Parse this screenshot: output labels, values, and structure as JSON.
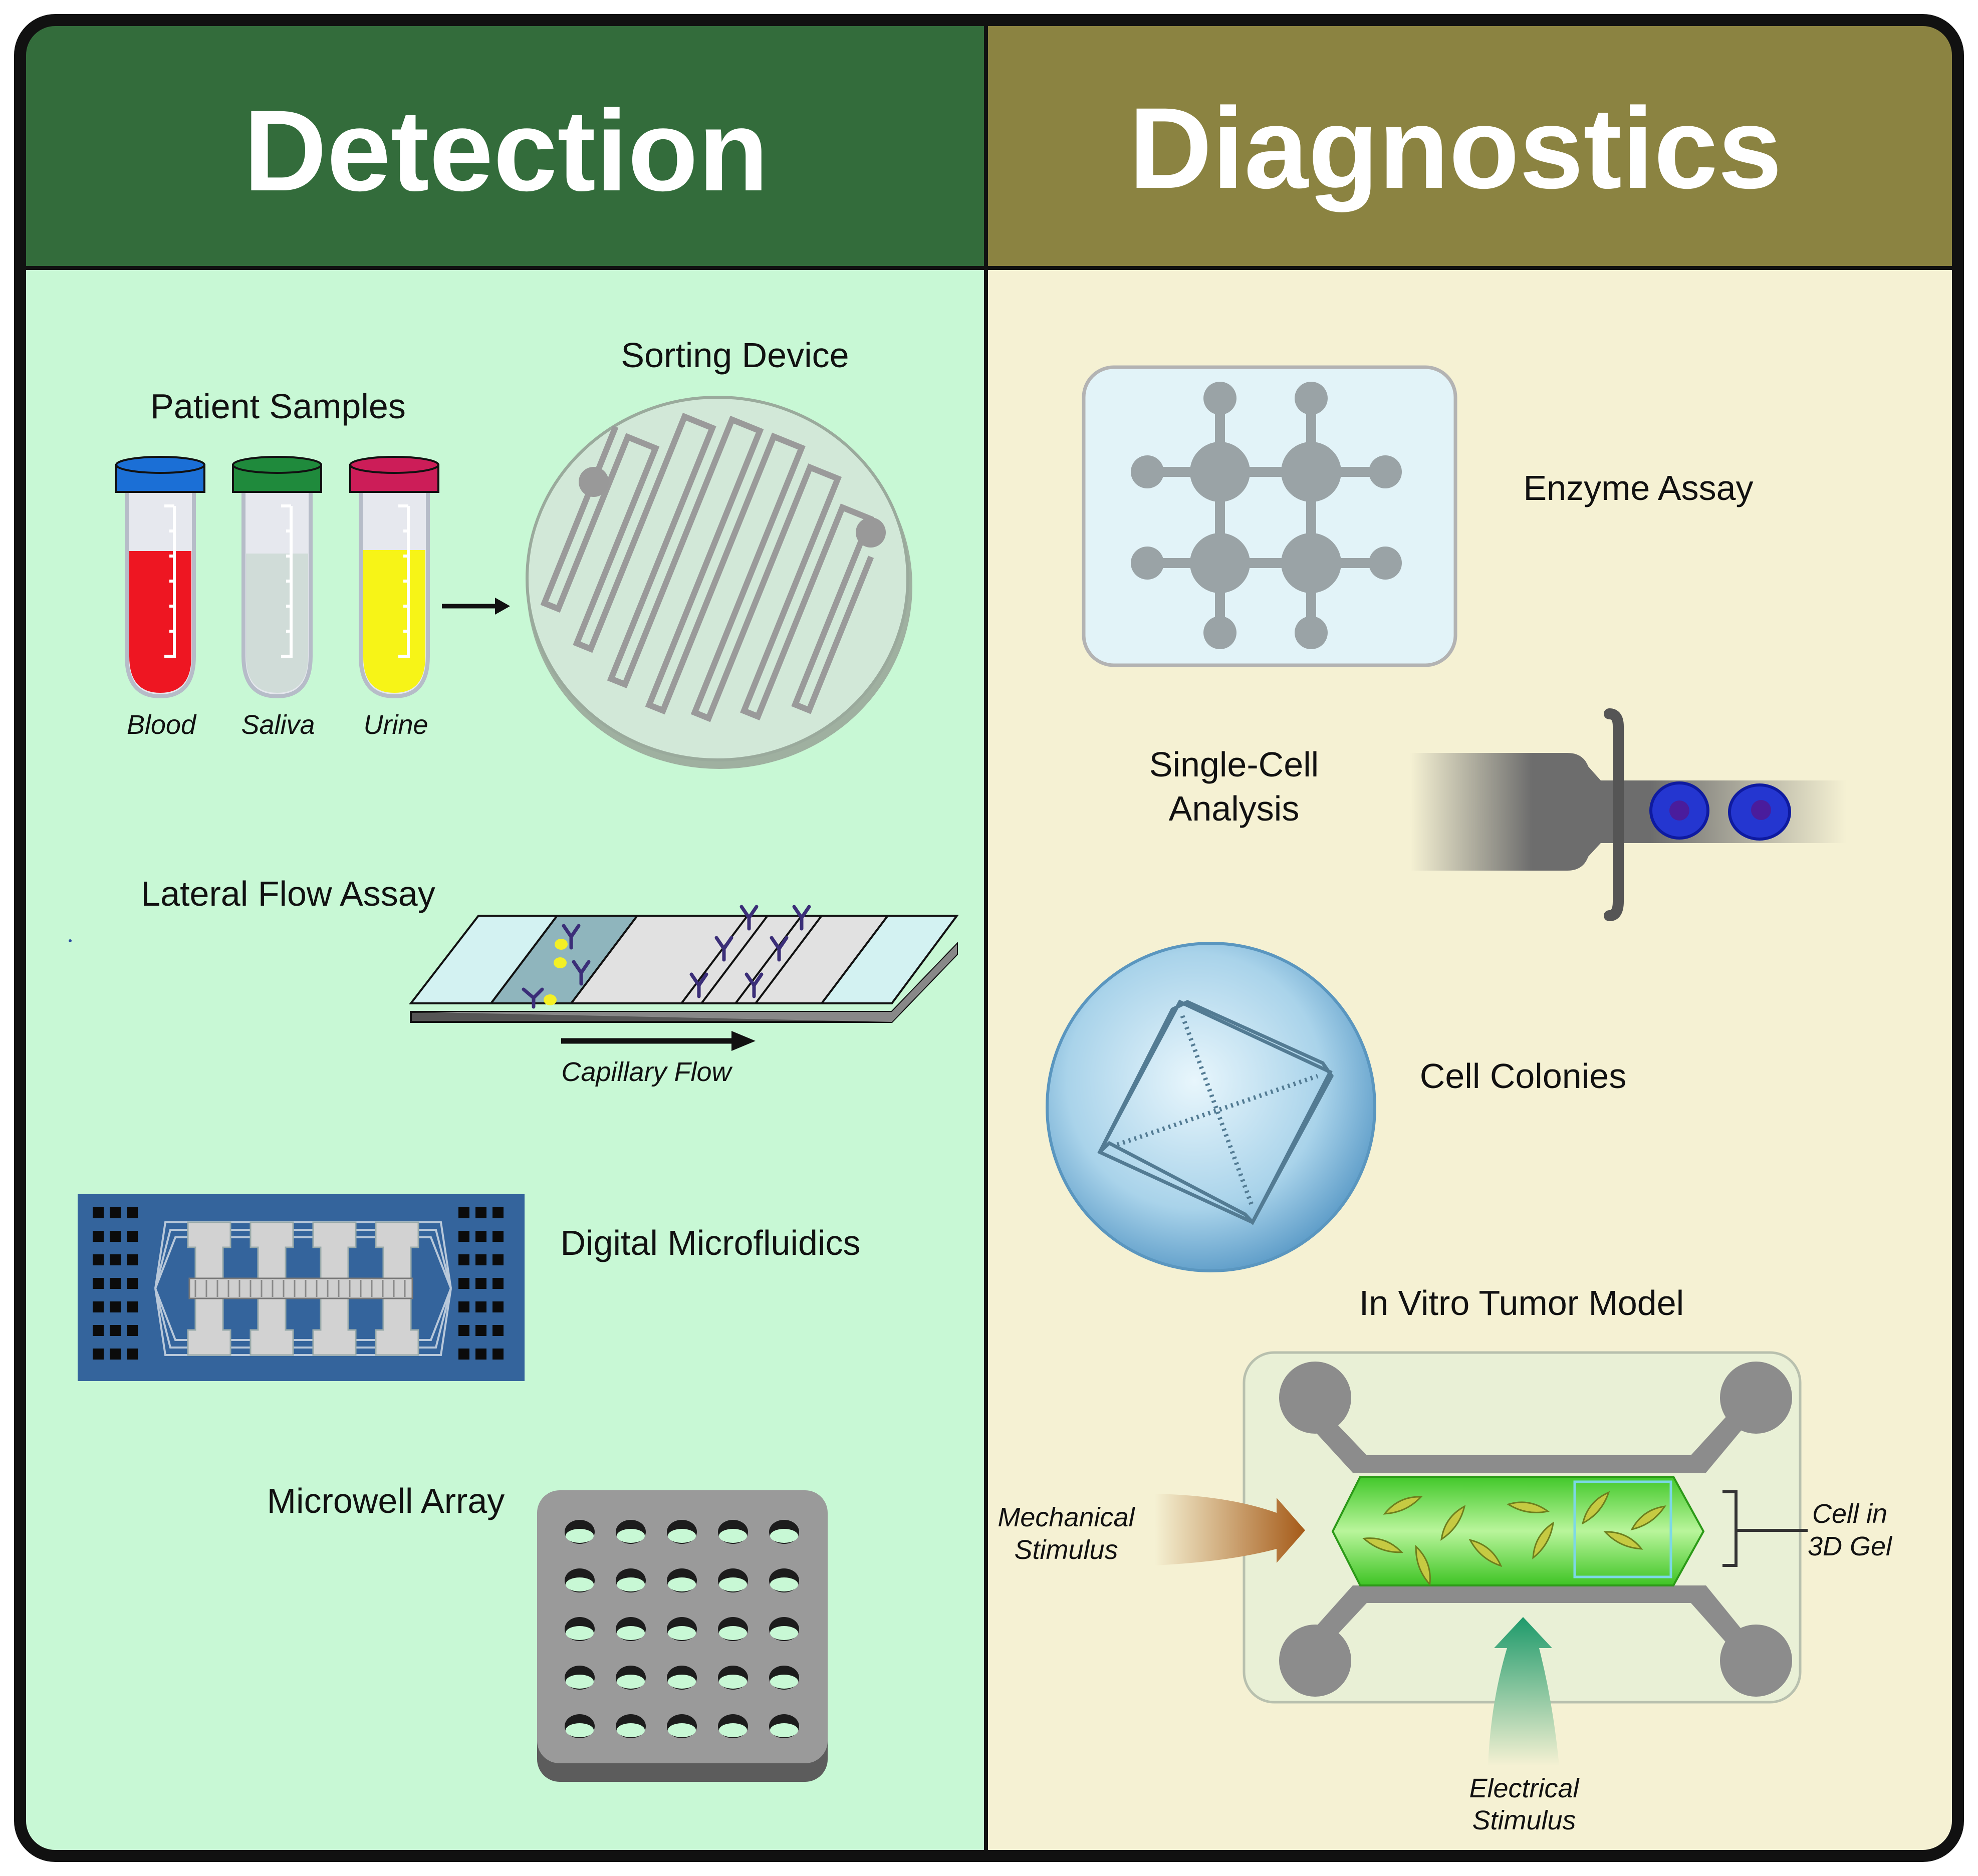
{
  "panels": {
    "detection": {
      "title": "Detection",
      "header_color": "#336c3b",
      "bg_color": "#c8f8d5"
    },
    "diagnostics": {
      "title": "Diagnostics",
      "header_color": "#8b8341",
      "bg_color": "#f5f1d3"
    }
  },
  "detection": {
    "patient_samples": {
      "label": "Patient Samples",
      "tubes": [
        {
          "label": "Blood",
          "cap_color": "#1b6fd6",
          "fluid_color": "#ee1622"
        },
        {
          "label": "Saliva",
          "cap_color": "#1f8a3c",
          "fluid_color": "#d0dcd8"
        },
        {
          "label": "Urine",
          "cap_color": "#cc1d58",
          "fluid_color": "#f7f417"
        }
      ]
    },
    "sorting_device": {
      "label": "Sorting Device"
    },
    "lateral_flow": {
      "label": "Lateral Flow Assay",
      "flow_label": "Capillary Flow"
    },
    "digital_microfluidics": {
      "label": "Digital Microfluidics"
    },
    "microwell_array": {
      "label": "Microwell Array"
    }
  },
  "diagnostics": {
    "enzyme_assay": {
      "label": "Enzyme Assay"
    },
    "single_cell": {
      "label_line1": "Single-Cell",
      "label_line2": "Analysis"
    },
    "cell_colonies": {
      "label": "Cell Colonies"
    },
    "tumor_model": {
      "label": "In Vitro Tumor Model",
      "mechanical_line1": "Mechanical",
      "mechanical_line2": "Stimulus",
      "electrical_line1": "Electrical",
      "electrical_line2": "Stimulus",
      "gel_line1": "Cell in",
      "gel_line2": "3D Gel"
    }
  }
}
